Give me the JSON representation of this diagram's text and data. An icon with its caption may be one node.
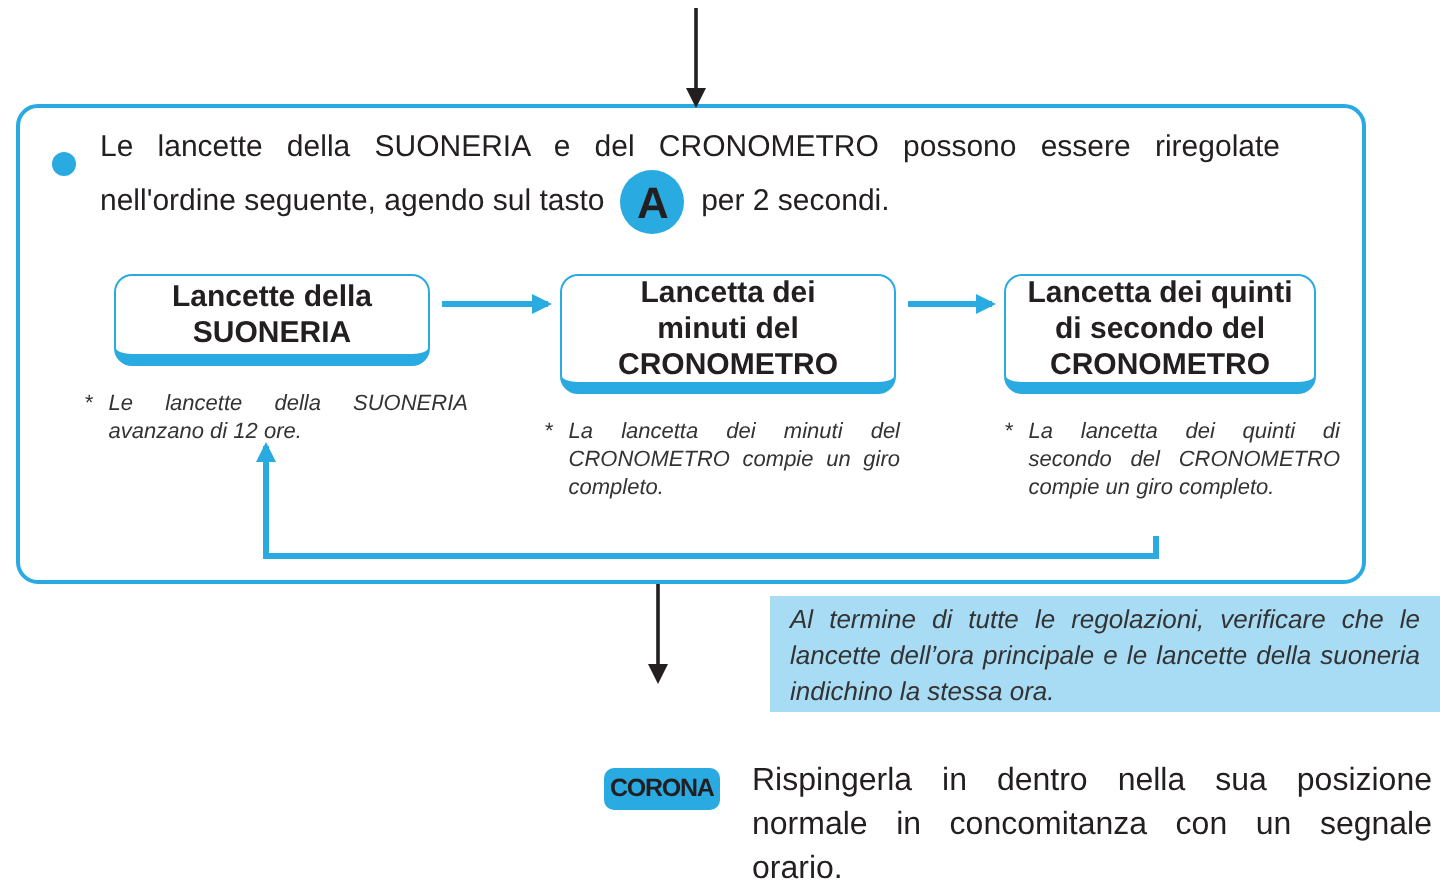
{
  "diagram": {
    "nodes": [
      {
        "text": [
          "Le lancette della SUONERIA e del CRONOMETRO possono essere riregolate nell'ordine seguente, agendo sul tasto",
          "per 2 secondi."
        ]
      },
      {
        "text": [
          "A"
        ],
        "in": 0
      },
      {
        "text": [
          "Lancette della SUONERIA"
        ],
        "in": 0,
        "beside": [
          "*",
          "Le lancette della SUONERIA avanzano di 12 ore."
        ]
      },
      {
        "text": [
          "Lancetta dei minuti del CRONOMETRO"
        ],
        "in": 0,
        "beside": [
          "*",
          "La lancetta dei minuti del CRONOMETRO compie un giro completo."
        ]
      },
      {
        "text": [
          "Lancetta dei quinti di secondo del CRONOMETRO"
        ],
        "in": 0,
        "beside": [
          "*",
          "La lancetta dei quinti di secondo del CRONOMETRO compie un giro completo."
        ]
      },
      {
        "text": [
          "Al termine di tutte le regolazioni, verificare che le lancette dell’ora principale e le lancette della suoneria indichino la stessa ora."
        ]
      },
      {
        "text": [
          "CORONA"
        ],
        "beside": [
          "Rispingerla in dentro nella sua posizione normale in concomitanza con un segnale orario."
        ]
      }
    ],
    "edges": [
      {
        "from": null,
        "to": 0,
        "arrow": "to",
        "color": "#231f20"
      },
      {
        "from": 2,
        "to": 3,
        "arrow": "to"
      },
      {
        "from": 3,
        "to": 4,
        "arrow": "to"
      },
      {
        "from": 4,
        "to": 2,
        "arrow": "to"
      },
      {
        "from": 0,
        "to": null,
        "arrow": "to",
        "color": "#231f20"
      }
    ]
  }
}
